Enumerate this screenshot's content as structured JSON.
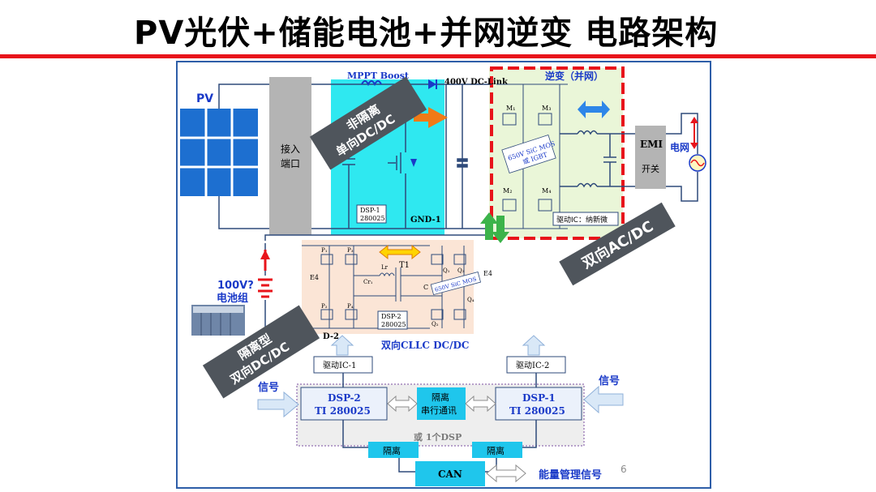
{
  "title": "PV光伏+储能电池+并网逆变 电路架构",
  "labels": {
    "pv": "PV",
    "mppt": "MPPT  Boost",
    "dclink": "400V DC-Link",
    "inverter": "逆变（并网）",
    "access_port_1": "接入",
    "access_port_2": "端口",
    "dsp1_block_1": "DSP-1",
    "dsp1_block_2": "280025",
    "gnd1": "GND-1",
    "sic_igbt_1": "650V SiC MOS",
    "sic_igbt_2": "或 IGBT",
    "m1": "M₁",
    "m2": "M₂",
    "m3": "M₃",
    "m4": "M₄",
    "driver_ic_nsi": "驱动IC：纳新微",
    "emi": "EMI",
    "switch": "开关",
    "grid": "电网",
    "battery_voltage": "100V?",
    "battery_group": "电池组",
    "p1": "P₁",
    "p2": "P₂",
    "p3": "P₃",
    "p4": "P₄",
    "q1": "Q₁",
    "q2": "Q₂",
    "q3": "Q₃",
    "q4": "Q₄",
    "lr": "Lr",
    "cr1": "Cr₁",
    "cr2": "C",
    "t1": "T1",
    "e4_left": "E4",
    "e4_right": "E4",
    "sic_mos_2": "650V SiC MOS",
    "dsp2_block_1": "DSP-2",
    "dsp2_block_2": "280025",
    "gnd2": "D-2",
    "cllc": "双向CLLC DC/DC",
    "driver_ic1": "驱动IC-1",
    "driver_ic2": "驱动IC-2",
    "signal_left": "信号",
    "signal_right": "信号",
    "dsp2_ctrl_1": "DSP-2",
    "dsp2_ctrl_2": "TI  280025",
    "iso_comm_1": "隔离",
    "iso_comm_2": "串行通讯",
    "dsp1_ctrl_1": "DSP-1",
    "dsp1_ctrl_2": "TI  280025",
    "or_one_dsp": "或 1个DSP",
    "isolation_left": "隔离",
    "isolation_right": "隔离",
    "can": "CAN",
    "energy_mgmt": "能量管理信号",
    "page_number": "6"
  },
  "callouts": {
    "non_isolated_1": "非隔离",
    "non_isolated_2": "单向DC/DC",
    "bidir_acdc": "双向AC/DC",
    "isolated_1": "隔离型",
    "isolated_2": "双向DC/DC"
  },
  "colors": {
    "title_bar": "#e8141b",
    "frame": "#2e5ea8",
    "boost_bg": "#2fe8f0",
    "cllc_bg": "#fbe5d6",
    "inverter_bg": "#eaf6d8",
    "inverter_dash": "#e8141b",
    "callout_bg": "#4f555c",
    "control_bg": "#1fc6ec",
    "blue_text": "#1a3ac8"
  }
}
